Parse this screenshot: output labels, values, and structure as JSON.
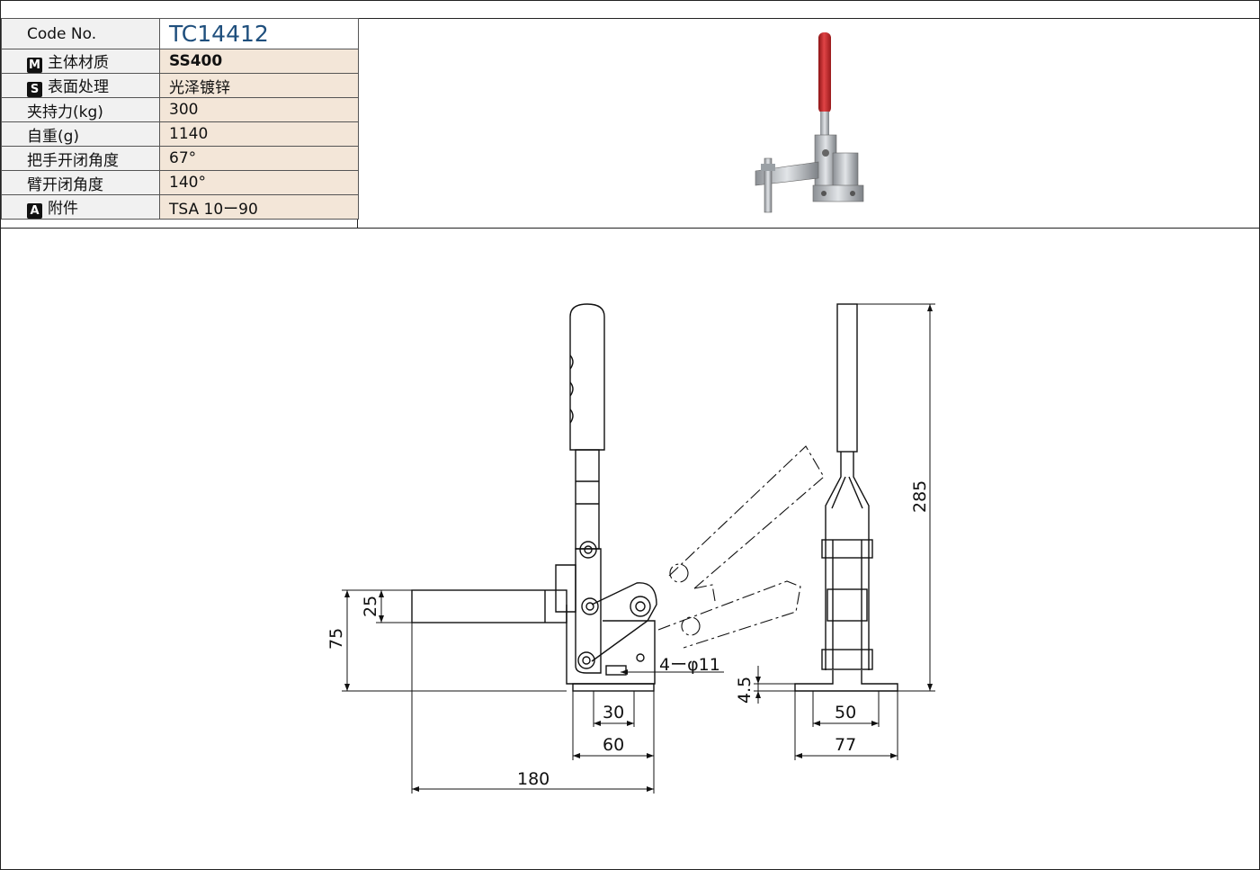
{
  "spec": {
    "code_label": "Code No.",
    "code_value": "TC14412",
    "rows": [
      {
        "badge": "M",
        "label": "主体材质",
        "value": "SS400"
      },
      {
        "badge": "S",
        "label": "表面处理",
        "value": "光泽镀锌"
      },
      {
        "badge": "",
        "label": "夹持力(kg)",
        "value": "300"
      },
      {
        "badge": "",
        "label": "自重(g)",
        "value": "1140"
      },
      {
        "badge": "",
        "label": "把手开闭角度",
        "value": "67°"
      },
      {
        "badge": "",
        "label": "臂开闭角度",
        "value": "140°"
      },
      {
        "badge": "A",
        "label": "附件",
        "value": "TSA 10ー90"
      }
    ]
  },
  "drawing": {
    "dim_25": "25",
    "dim_75": "75",
    "dim_30": "30",
    "dim_60": "60",
    "dim_180": "180",
    "dim_holes": "4ーφ11",
    "dim_4_5": "4.5",
    "dim_50": "50",
    "dim_77": "77",
    "dim_285": "285"
  },
  "colors": {
    "handle_red": "#c8282a",
    "code_blue": "#1f4f7d",
    "value_bg": "#f3e6d8",
    "label_bg": "#f1f1f1"
  }
}
